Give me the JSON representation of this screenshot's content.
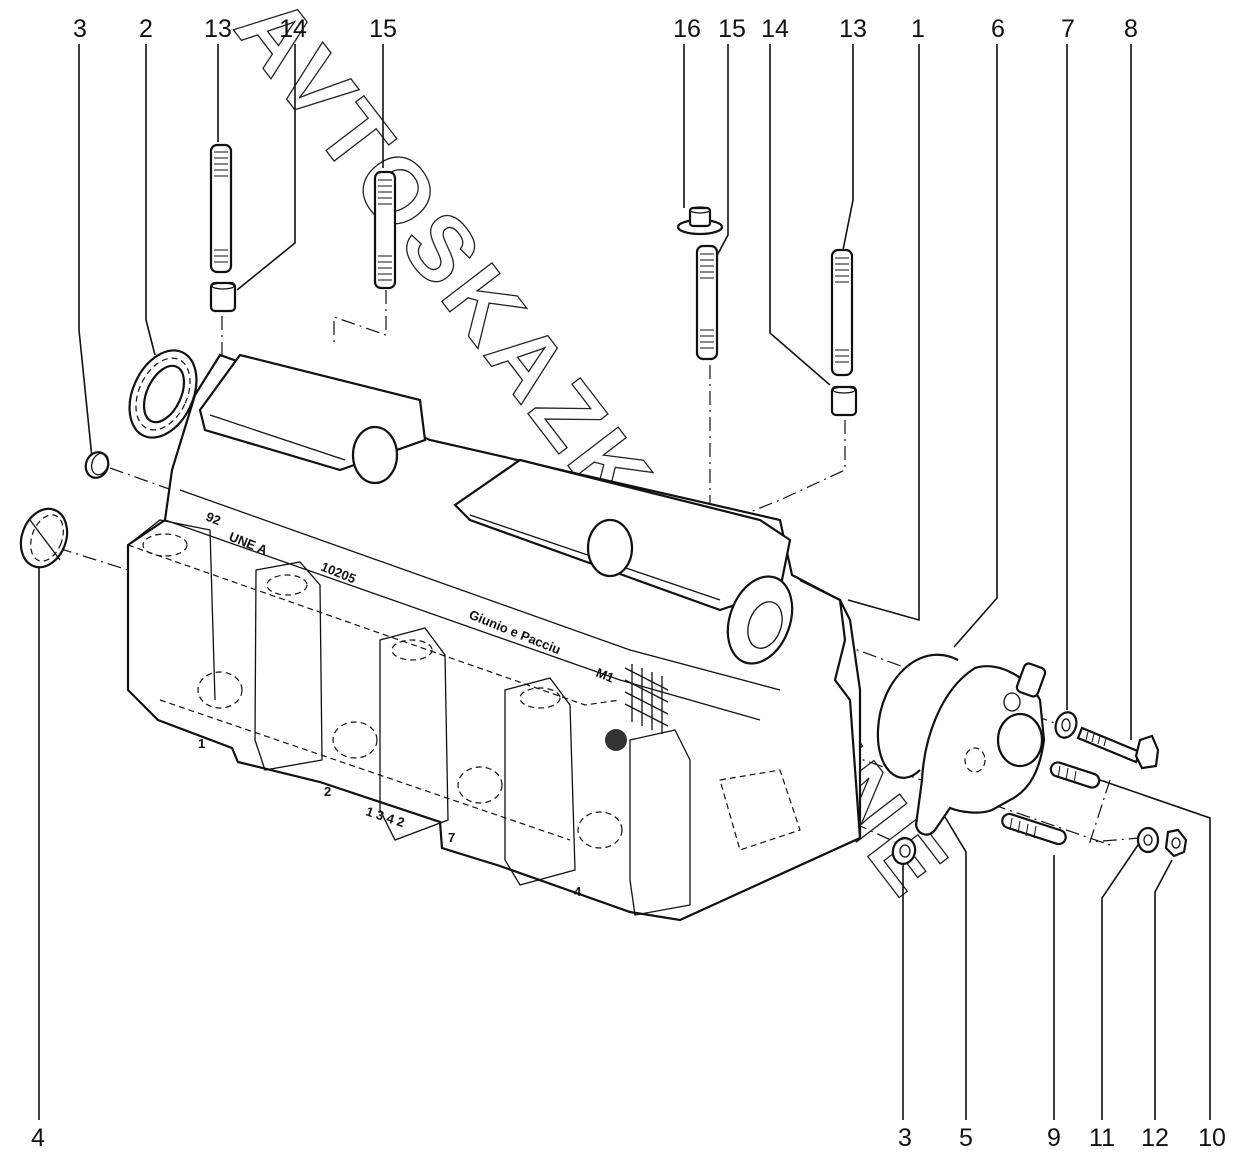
{
  "diagram": {
    "title": "Cylinder head assembly — exploded view",
    "watermark": "AVTOSKAZKA.ONLINE",
    "colors": {
      "line": "#111111",
      "background": "#ffffff"
    },
    "callouts_top": [
      {
        "id": "c3-top",
        "label": "3"
      },
      {
        "id": "c2-top",
        "label": "2"
      },
      {
        "id": "c13-left",
        "label": "13"
      },
      {
        "id": "c14-left",
        "label": "14"
      },
      {
        "id": "c15-left",
        "label": "15"
      },
      {
        "id": "c16-top",
        "label": "16"
      },
      {
        "id": "c15-right",
        "label": "15"
      },
      {
        "id": "c14-right",
        "label": "14"
      },
      {
        "id": "c13-right",
        "label": "13"
      },
      {
        "id": "c1-top",
        "label": "1"
      },
      {
        "id": "c6-top",
        "label": "6"
      },
      {
        "id": "c7-top",
        "label": "7"
      },
      {
        "id": "c8-top",
        "label": "8"
      }
    ],
    "callouts_bottom": [
      {
        "id": "c4-bottom",
        "label": "4"
      },
      {
        "id": "c3-bottom",
        "label": "3"
      },
      {
        "id": "c5-bottom",
        "label": "5"
      },
      {
        "id": "c9-bottom",
        "label": "9"
      },
      {
        "id": "c11-bottom",
        "label": "11"
      },
      {
        "id": "c12-bottom",
        "label": "12"
      },
      {
        "id": "c10-bottom",
        "label": "10"
      }
    ],
    "casting_marks": {
      "cyl_1": "1",
      "cyl_2": "2",
      "cyl_4": "4",
      "firing_order": "1 3 4 2",
      "mark_7": "7",
      "part_code": "10205",
      "maker_mark": "Giunio e Pacciu",
      "small_code": "UNE A",
      "small_mark": "M1",
      "corner_mark": "92"
    }
  }
}
